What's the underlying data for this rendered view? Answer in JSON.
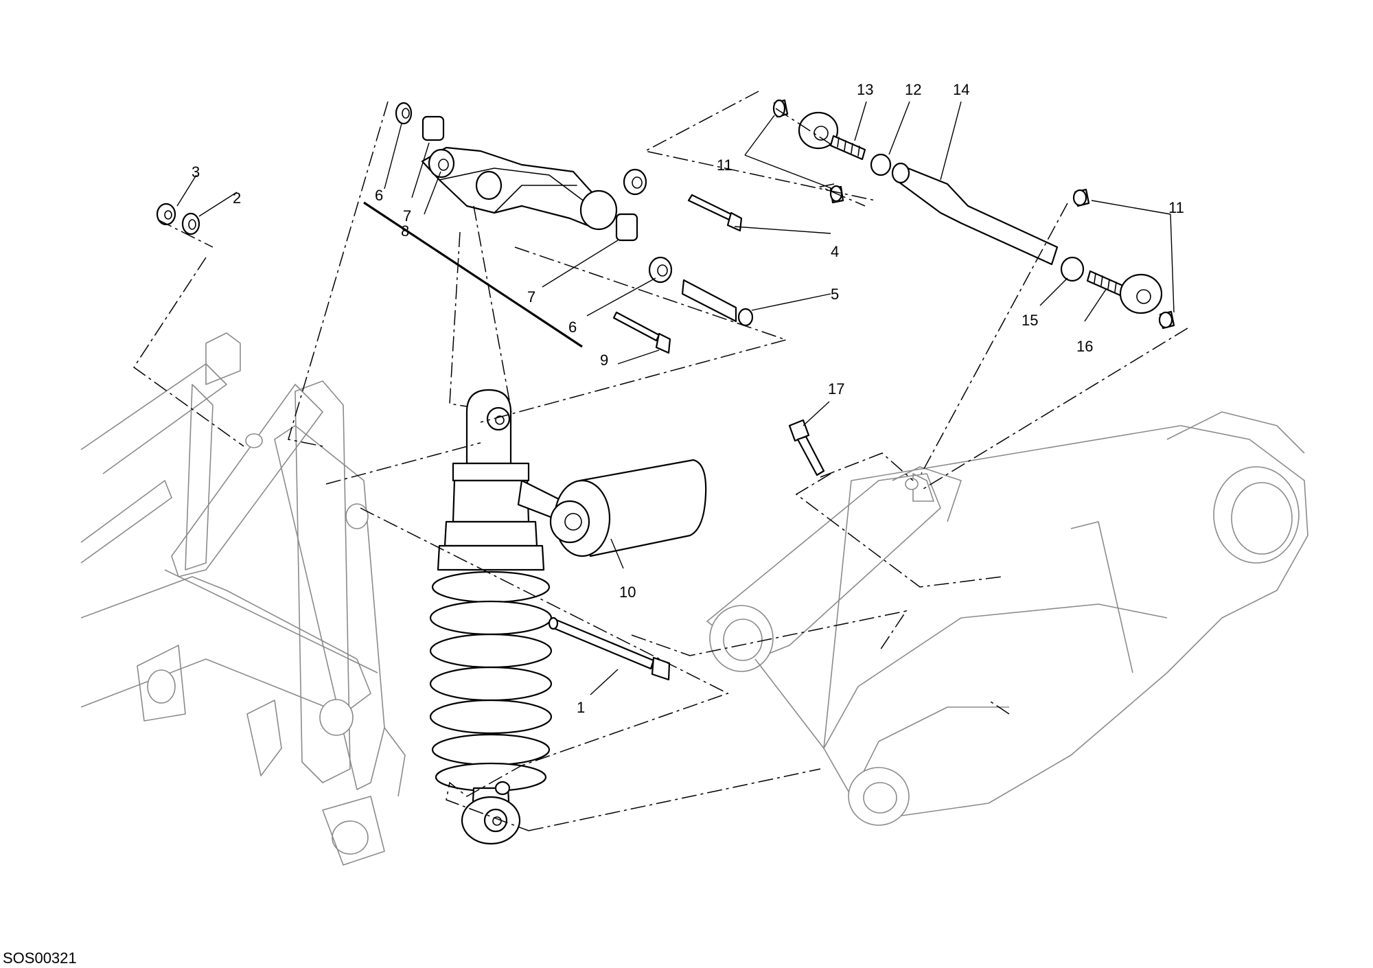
{
  "drawing_code": "SOS00321",
  "callouts": {
    "c1": "1",
    "c2": "2",
    "c3": "3",
    "c4": "4",
    "c5": "5",
    "c6a": "6",
    "c6b": "6",
    "c7a": "7",
    "c7b": "7",
    "c8": "8",
    "c9": "9",
    "c10": "10",
    "c11a": "11",
    "c11b": "11",
    "c12": "12",
    "c13": "13",
    "c14": "14",
    "c15": "15",
    "c16": "16",
    "c17": "17"
  },
  "colors": {
    "line": "#000000",
    "ghost_line": "#8a8a8a",
    "background": "#ffffff"
  }
}
